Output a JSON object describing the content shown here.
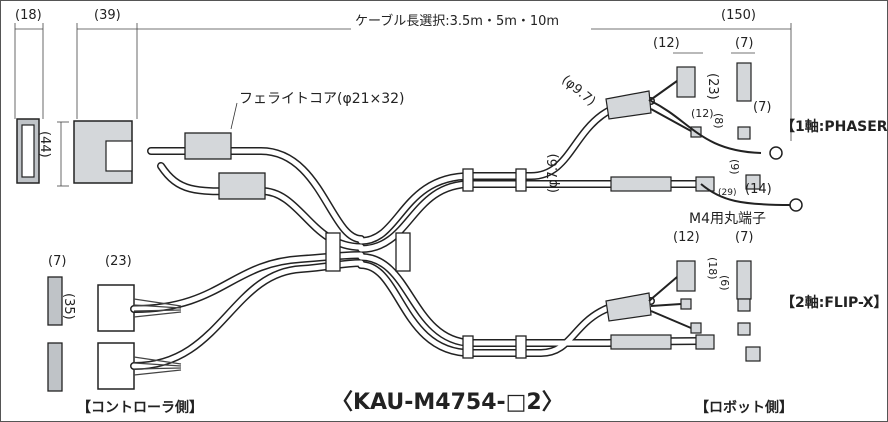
{
  "header": {
    "cable_length_label": "ケーブル長選択:3.5m・5m・10m"
  },
  "dimensions": {
    "d18": "(18)",
    "d39": "(39)",
    "d150": "(150)",
    "d12_top": "(12)",
    "d7_top": "(7)",
    "d23_top": "(23)",
    "d12_mid": "(12)",
    "d8": "(8)",
    "d7_mid": "(7)",
    "d44": "(44)",
    "d97": "(φ9.7)",
    "d9": "(9)",
    "d29": "(29)",
    "d14": "(14)",
    "d76": "(φ7.6)",
    "d12_bot": "(12)",
    "d7_bot": "(7)",
    "d18_bot": "(18)",
    "d6": "(6)",
    "d7_left": "(7)",
    "d23_left": "(23)",
    "d35": "(35)"
  },
  "labels": {
    "ferrite": "フェライトコア(φ21×32)",
    "m4": "M4用丸端子",
    "axis1": "【1軸:PHASER】",
    "axis2": "【2軸:FLIP-X】",
    "controller_side": "【コントローラ側】",
    "robot_side": "【ロボット側】",
    "model": "〈KAU-M4754-□2〉"
  }
}
